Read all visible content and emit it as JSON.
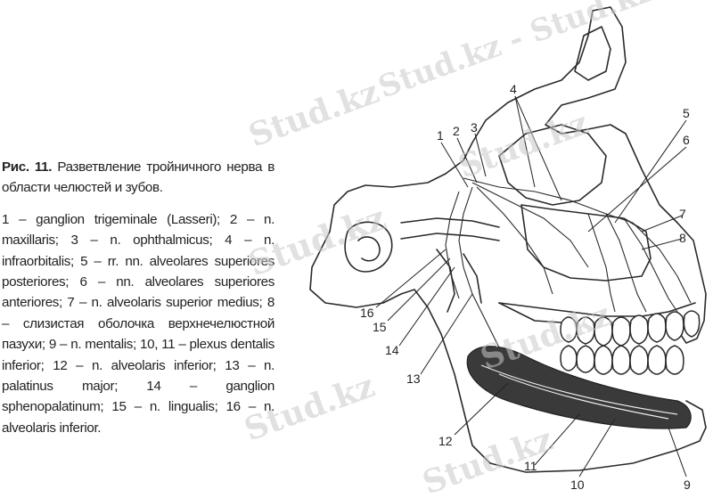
{
  "caption": {
    "figure_label": "Рис. 11.",
    "title": "Разветвление тройничного нерва в области челюстей и зубов.",
    "legend": "1 – ganglion trigeminale (Lasseri); 2 – n. maxillaris; 3 – n. ophthalmicus; 4 – n. infraorbitalis; 5 – rr. nn. alveolares superiores posteriores; 6 – nn. alveolares superiores anteriores; 7 – n. alveolaris superior medius; 8 – слизистая оболочка верхнечелюстной пазухи; 9 – n. mentalis; 10, 11 – plexus dentalis inferior; 12 – n. alveolaris inferior; 13 – n. palatinus major; 14 – ganglion sphenopalatinum; 15 – n. lingualis; 16 – n. alveolaris inferior."
  },
  "figure_numbers": [
    "1",
    "2",
    "3",
    "4",
    "5",
    "6",
    "7",
    "8",
    "9",
    "10",
    "11",
    "12",
    "13",
    "14",
    "15",
    "16"
  ],
  "watermark": "Stud.kz",
  "watermark_top": "Stud.kz - Stud.kz",
  "colors": {
    "ink": "#222222",
    "watermark": "#c9c9c9",
    "background": "#ffffff"
  }
}
